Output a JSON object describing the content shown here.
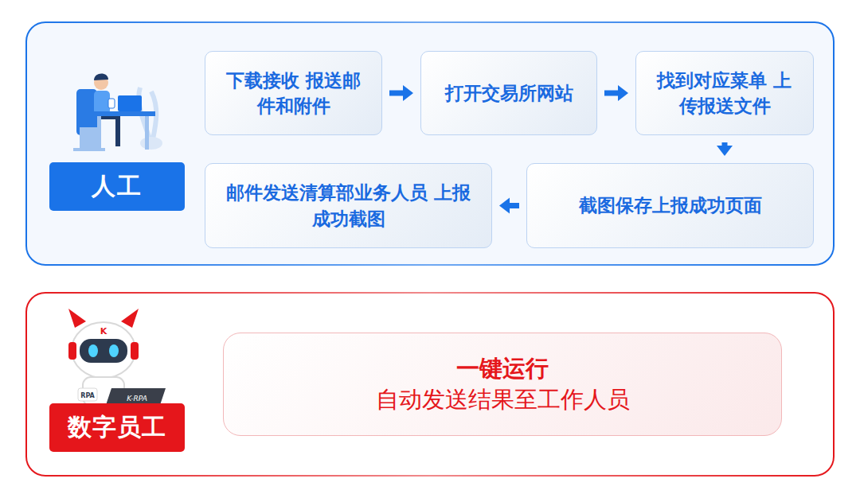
{
  "diagram": {
    "nodes": [
      {
        "text": [
          "人工"
        ]
      },
      {
        "text": [
          "下载接收 报送邮件和附件"
        ]
      },
      {
        "text": [
          "打开交易所网站"
        ]
      },
      {
        "text": [
          "找到对应菜单 上传报送文件"
        ]
      },
      {
        "text": [
          "截图保存上报成功页面"
        ]
      },
      {
        "text": [
          "邮件发送清算部业务人员 上报成功截图"
        ]
      },
      {
        "text": [
          "数字员工"
        ]
      },
      {
        "text": [
          "一键运行",
          "自动发送结果至工作人员"
        ]
      }
    ],
    "edges": [
      {
        "from": 1,
        "to": 2,
        "arrow": "to"
      },
      {
        "from": 2,
        "to": 3,
        "arrow": "to"
      },
      {
        "from": 3,
        "to": 4,
        "arrow": "to"
      },
      {
        "from": 4,
        "to": 5,
        "arrow": "to"
      }
    ],
    "labels": [
      "K",
      "RPA",
      "K-RPA"
    ]
  }
}
